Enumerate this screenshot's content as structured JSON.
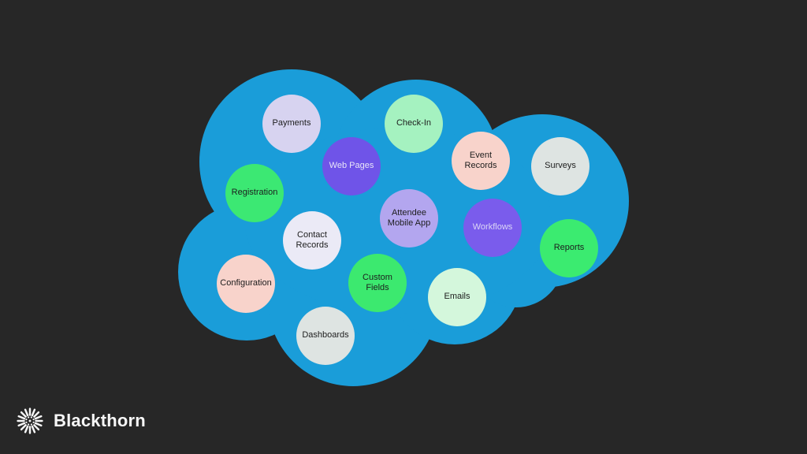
{
  "background_color": "#272727",
  "cloud": {
    "fill": "#1A9DD9",
    "description": "cloud silhouette containing product feature bubbles"
  },
  "logo": {
    "text": "Blackthorn",
    "icon": "sunburst-flower-icon",
    "color": "#F7F7F7"
  },
  "bubbles": [
    {
      "id": "payments",
      "label": "Payments",
      "bg": "#D7D3F0",
      "fg": "#1D1D1D"
    },
    {
      "id": "check-in",
      "label": "Check-In",
      "bg": "#A5F2C0",
      "fg": "#1D1D1D"
    },
    {
      "id": "web-pages",
      "label": "Web Pages",
      "bg": "#6F54E8",
      "fg": "#E9E5F8"
    },
    {
      "id": "registration",
      "label": "Registration",
      "bg": "#3CE873",
      "fg": "#1D1D1D"
    },
    {
      "id": "event-records",
      "label": "Event Records",
      "bg": "#F8D3CB",
      "fg": "#1D1D1D"
    },
    {
      "id": "surveys",
      "label": "Surveys",
      "bg": "#DEE4E2",
      "fg": "#1D1D1D"
    },
    {
      "id": "attendee-mobile-app",
      "label": "Attendee Mobile App",
      "bg": "#B3A6EF",
      "fg": "#1D1D1D"
    },
    {
      "id": "workflows",
      "label": "Workflows",
      "bg": "#7A5CEC",
      "fg": "#DCD6F6"
    },
    {
      "id": "reports",
      "label": "Reports",
      "bg": "#3BEB70",
      "fg": "#1D1D1D"
    },
    {
      "id": "contact-records",
      "label": "Contact Records",
      "bg": "#EBEAF6",
      "fg": "#1D1D1D"
    },
    {
      "id": "configuration",
      "label": "Configuration",
      "bg": "#F8D3CB",
      "fg": "#1D1D1D"
    },
    {
      "id": "custom-fields",
      "label": "Custom Fields",
      "bg": "#3CE96F",
      "fg": "#1D1D1D"
    },
    {
      "id": "emails",
      "label": "Emails",
      "bg": "#D4F7DC",
      "fg": "#1D1D1D"
    },
    {
      "id": "dashboards",
      "label": "Dashboards",
      "bg": "#DEE4E2",
      "fg": "#1D1D1D"
    }
  ]
}
